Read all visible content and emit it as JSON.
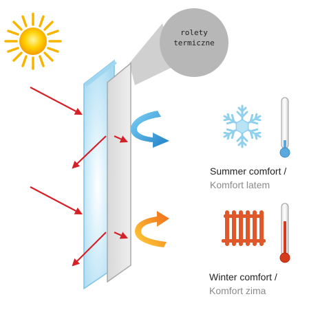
{
  "callout": {
    "line1": "rolety",
    "line2": "termiczne"
  },
  "summer": {
    "title": "Summer comfort /",
    "subtitle": "Komfort latem"
  },
  "winter": {
    "title": "Winter comfort /",
    "subtitle": "Komfort zima"
  },
  "colors": {
    "sun": "#f7b500",
    "ray_arrow": "#d62027",
    "glass": "#bfe3f5",
    "cold_arrow": "#2a8fd0",
    "warm_arrow": "#f07f1a",
    "snowflake": "#8fd0ee",
    "radiator": "#e0582a",
    "bubble": "#b5b5b5"
  },
  "icons": [
    "sun-icon",
    "snowflake-icon",
    "radiator-icon",
    "thermometer-cold-icon",
    "thermometer-hot-icon"
  ]
}
